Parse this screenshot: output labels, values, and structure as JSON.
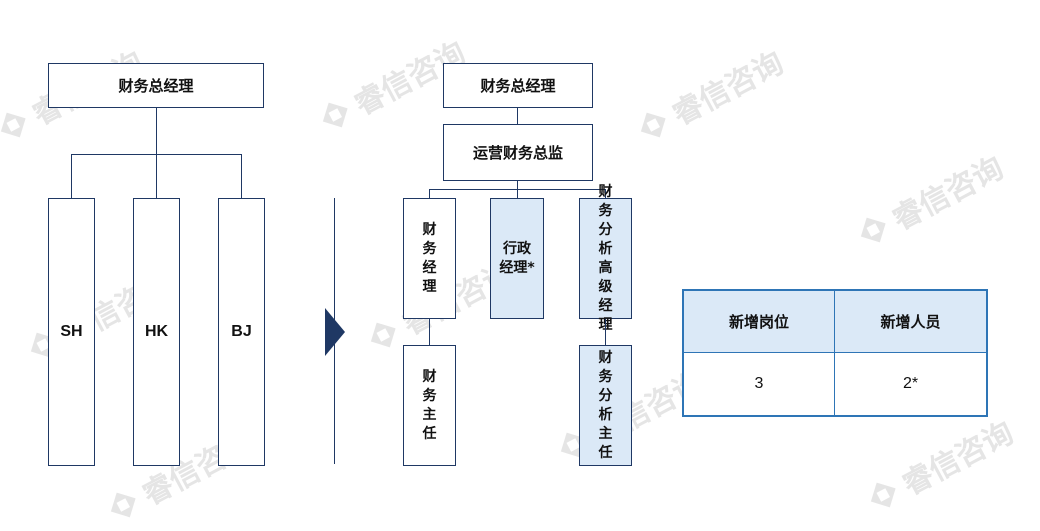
{
  "watermark": {
    "text": "睿信咨询",
    "icon": "rx-logo-icon"
  },
  "colors": {
    "line": "#1f3864",
    "highlight": "#dbe9f7",
    "table_border": "#2e75b6",
    "watermark": "#e5e5e5"
  },
  "before": {
    "cfo": "财务总经理",
    "branches": [
      "SH",
      "HK",
      "BJ"
    ]
  },
  "after": {
    "cfo": "财务总经理",
    "ops_director": "运营财务总监",
    "finance_manager": "财务经理",
    "admin_manager": "行政经理*",
    "fa_senior_manager": "财务分析高级经理",
    "finance_supervisor": "财务主任",
    "fa_supervisor": "财务分析主任"
  },
  "summary": {
    "headers": [
      "新增岗位",
      "新增人员"
    ],
    "values": [
      "3",
      "2*"
    ]
  }
}
